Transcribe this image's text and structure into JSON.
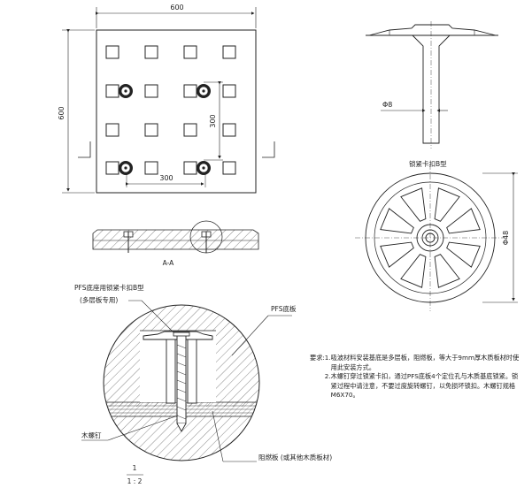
{
  "dims": {
    "panel_width": "600",
    "panel_height": "600",
    "spacing_vertical": "300",
    "spacing_horizontal": "300",
    "pin_diameter": "Φ8",
    "cap_diameter": "Φ48"
  },
  "labels": {
    "section": "A-A",
    "clip_name": "锁紧卡扣B型",
    "callout_clip": "PFS底座用锁紧卡扣B型",
    "callout_clip_note": "(多层板专用)",
    "pfs_board": "PFS底板",
    "screw": "木螺钉",
    "fire_board": "阻燃板 (或其他木质板材)",
    "scale_top": "1",
    "scale_bottom": "1 : 2"
  },
  "notes": {
    "title": "要求:",
    "items": [
      {
        "num": "1.",
        "text": "吸波材料安装基底是多层板，阻燃板，等大于9mm厚木质板材时使用此安装方式。"
      },
      {
        "num": "2.",
        "text": "木螺钉穿过锁紧卡扣，通过PFS底板4个定位孔与木质基底锁紧。锁紧过程中请注意，不要过度旋转螺钉，以免损坏锁扣。木螺钉规格 M6X70。"
      }
    ]
  },
  "colors": {
    "line": "#222222",
    "hatch": "#555555"
  }
}
